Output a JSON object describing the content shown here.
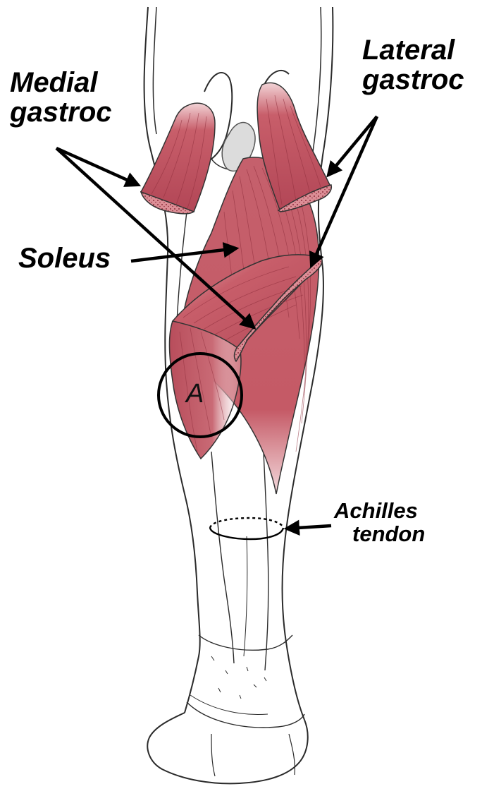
{
  "labels": {
    "medial_gastroc": [
      "Medial",
      "gastroc"
    ],
    "lateral_gastroc": [
      "Lateral",
      "gastroc"
    ],
    "soleus": "Soleus",
    "achilles": [
      "Achilles",
      "tendon"
    ],
    "region_marker": "A"
  },
  "colors": {
    "muscle": "#c45a66",
    "muscle_dark": "#a8404e",
    "muscle_light": "#e2a3aa",
    "outline": "#2b2b2b",
    "cut_surface": "#d98a92"
  }
}
